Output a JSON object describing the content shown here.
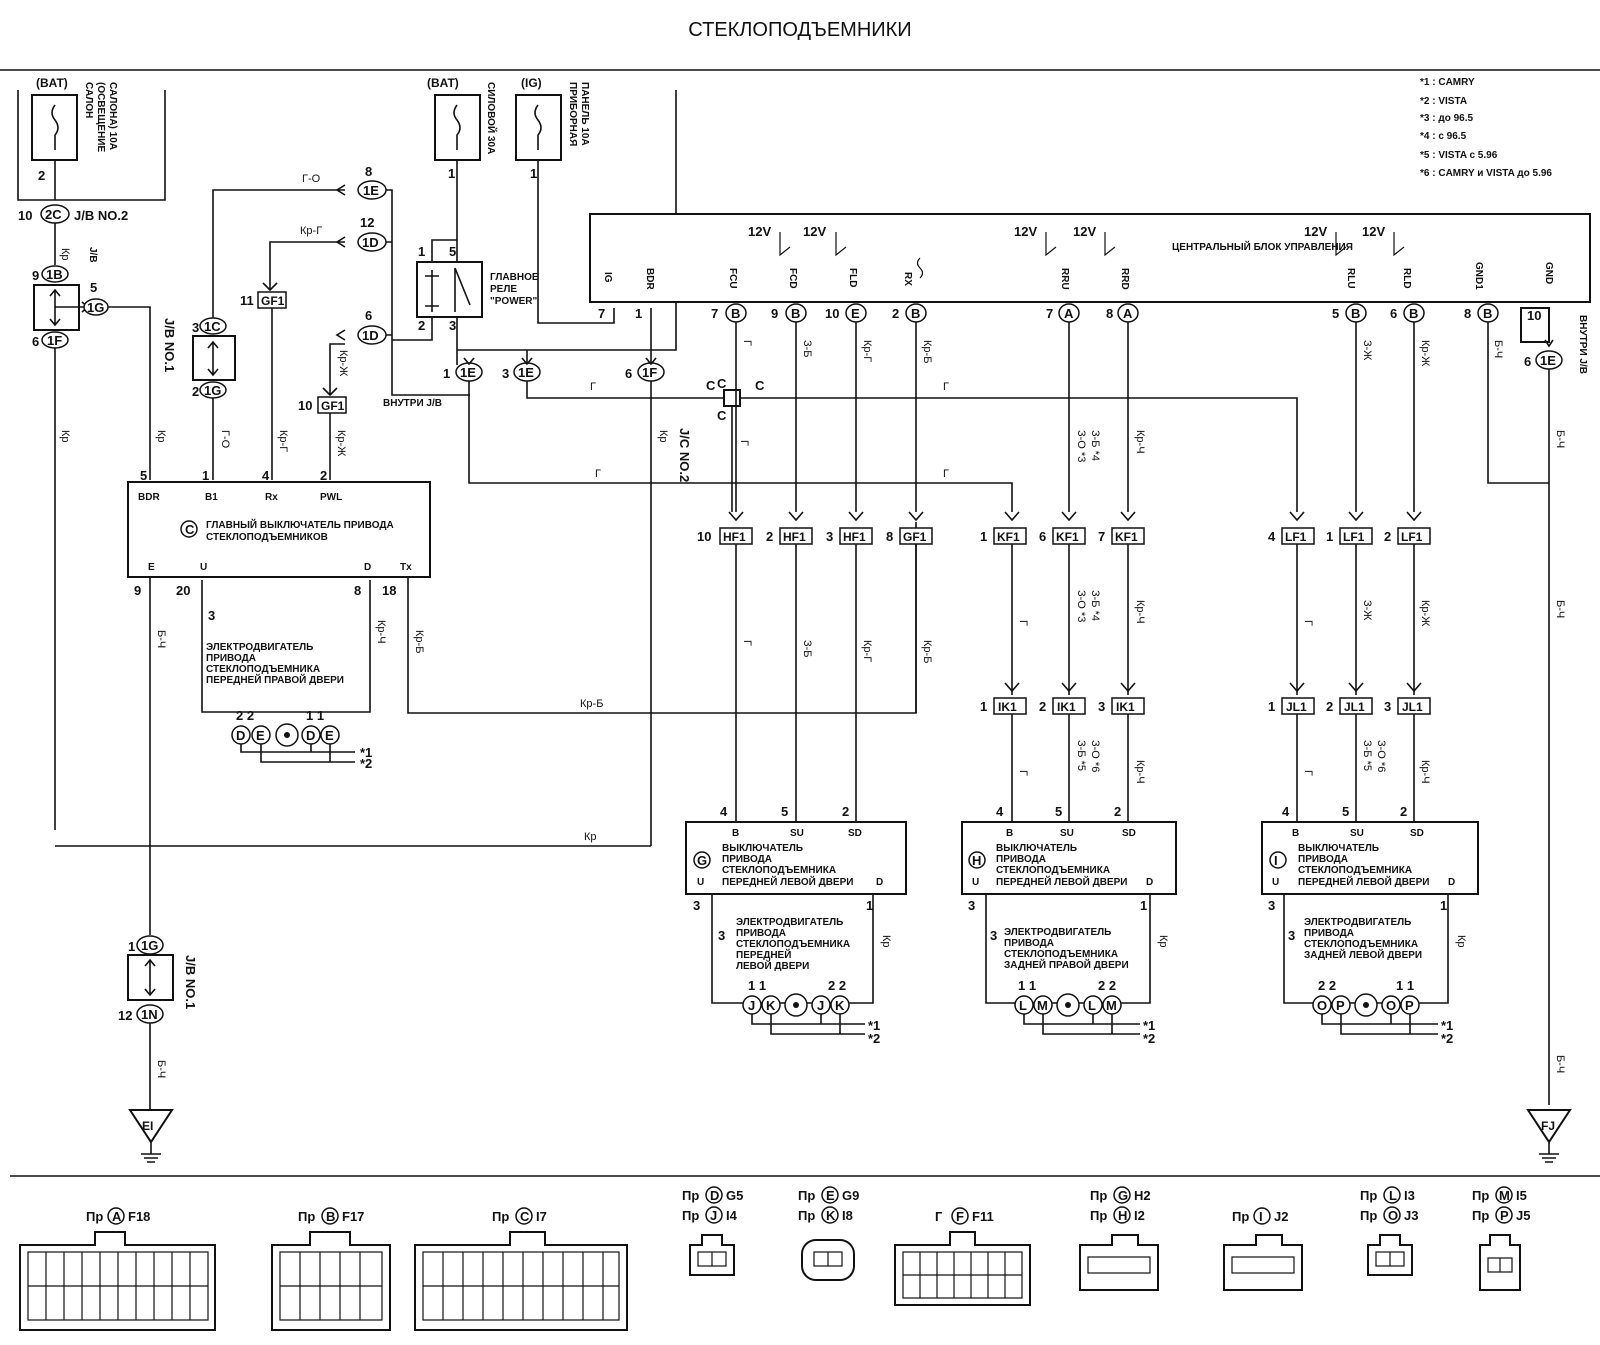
{
  "title": "СТЕКЛОПОДЪЕМНИКИ",
  "legend": [
    {
      "mark": "*1",
      "text": ": CAMRY"
    },
    {
      "mark": "*2",
      "text": ": VISTA"
    },
    {
      "mark": "*3",
      "text": ": до 96.5"
    },
    {
      "mark": "*4",
      "text": ": с 96.5"
    },
    {
      "mark": "*5",
      "text": ": VISTA с 5.96"
    },
    {
      "mark": "*6",
      "text": ": CAMRY и VISTA до 5.96"
    }
  ],
  "fuses": {
    "salon": {
      "source": "(BAT)",
      "label1": "САЛОН",
      "label2": "(ОСВЕЩЕНИЕ",
      "label3": "САЛОНА) 10А"
    },
    "power": {
      "source": "(BAT)",
      "label1": "СИЛОВОЙ 30А"
    },
    "panel": {
      "source": "(IG)",
      "label1": "ПРИБОРНАЯ",
      "label2": "ПАНЕЛЬ 10А"
    }
  },
  "junctions": {
    "jb2": "J/B NO.2",
    "jb1": "J/B NO.1",
    "jb_no": "J/B",
    "inside_jb": "ВНУТРИ J/B",
    "inside_jb2": "ВНУТРИ J/B",
    "jc2": "J/C NO.2",
    "jb1_lower": "J/B NO.1"
  },
  "relay": {
    "name": "ГЛАВНОЕ РЕЛЕ \"POWER\""
  },
  "central_unit": {
    "name": "ЦЕНТРАЛЬНЫЙ БЛОК УПРАВЛЕНИЯ",
    "terminals": [
      "IG",
      "BDR",
      "FCU",
      "FCD",
      "FLD",
      "RX",
      "RRU",
      "RRD",
      "RLU",
      "RLD",
      "GND1",
      "GND"
    ],
    "v12": "12V"
  },
  "main_switch": {
    "name": "ГЛАВНЫЙ ВЫКЛЮЧАТЕЛЬ ПРИВОДА СТЕКЛОПОДЪЕМНИКОВ",
    "letter": "C",
    "pins_top": [
      "BDR",
      "B1",
      "Rx",
      "PWL"
    ],
    "pins_bottom": [
      "E",
      "U",
      "D",
      "Tx"
    ]
  },
  "motors": {
    "front_right": "ЭЛЕКТРОДВИГАТЕЛЬ ПРИВОДА СТЕКЛОПОДЪЕМНИКА ПЕРЕДНЕЙ ПРАВОЙ ДВЕРИ",
    "front_left": "ЭЛЕКТРОДВИГАТЕЛЬ ПРИВОДА СТЕКЛОПОДЪЕМНИКА ПЕРЕДНЕЙ ЛЕВОЙ ДВЕРИ",
    "rear_right": "ЭЛЕКТРОДВИГАТЕЛЬ ПРИВОДА СТЕКЛОПОДЪЕМНИКА ЗАДНЕЙ ПРАВОЙ ДВЕРИ",
    "rear_left": "ЭЛЕКТРОДВИГАТЕЛЬ ПРИВОДА СТЕКЛОПОДЪЕМНИКА ЗАДНЕЙ ЛЕВОЙ ДВЕРИ"
  },
  "door_switches": [
    {
      "letter": "G",
      "name": "ВЫКЛЮЧАТЕЛЬ ПРИВОДА СТЕКЛОПОДЪЕМНИКА ПЕРЕДНЕЙ ЛЕВОЙ ДВЕРИ",
      "pins": [
        "B",
        "SU",
        "SD"
      ],
      "u": "U",
      "d": "D"
    },
    {
      "letter": "H",
      "name": "ВЫКЛЮЧАТЕЛЬ ПРИВОДА СТЕКЛОПОДЪЕМНИКА ПЕРЕДНЕЙ ЛЕВОЙ ДВЕРИ",
      "pins": [
        "B",
        "SU",
        "SD"
      ],
      "u": "U",
      "d": "D"
    },
    {
      "letter": "I",
      "name": "ВЫКЛЮЧАТЕЛЬ ПРИВОДА СТЕКЛОПОДЪЕМНИКА ПЕРЕДНЕЙ ЛЕВОЙ ДВЕРИ",
      "pins": [
        "B",
        "SU",
        "SD"
      ],
      "u": "U",
      "d": "D"
    }
  ],
  "wire_colors": {
    "kr": "Кр",
    "g": "Г",
    "go": "Г-О",
    "krg": "Кр-Г",
    "krzh": "Кр-Ж",
    "krb": "Кр-Б",
    "krch": "Кр-Ч",
    "zb": "З-Б",
    "bch": "Б-Ч",
    "zo": "З-О",
    "zzh": "З-Ж",
    "zo3": "З-О *3",
    "zb4": "З-Б *4",
    "zb5": "З-Б *5",
    "zo6": "З-О *6"
  },
  "connectors_ref": {
    "hf1": "HF1",
    "gf1": "GF1",
    "kf1": "KF1",
    "lf1": "LF1",
    "ik1": "IK1",
    "jl1": "JL1"
  },
  "grounds": {
    "ei": "EI",
    "fj": "FJ"
  },
  "connector_list": [
    {
      "label": "Пр",
      "letter": "A",
      "code": "F18"
    },
    {
      "label": "Пр",
      "letter": "B",
      "code": "F17"
    },
    {
      "label": "Пр",
      "letter": "C",
      "code": "I7"
    },
    {
      "label": "Пр",
      "letters": [
        "D",
        "J"
      ],
      "codes": [
        "G5",
        "I4"
      ]
    },
    {
      "label": "Пр",
      "letters": [
        "E",
        "K"
      ],
      "codes": [
        "G9",
        "I8"
      ]
    },
    {
      "label": "Г",
      "letter": "F",
      "code": "F11"
    },
    {
      "label": "Пр",
      "letters": [
        "G",
        "H"
      ],
      "codes": [
        "H2",
        "I2"
      ]
    },
    {
      "label": "Пр",
      "letter": "I",
      "code": "J2"
    },
    {
      "label": "Пр",
      "letters": [
        "L",
        "O"
      ],
      "codes": [
        "I3",
        "J3"
      ]
    },
    {
      "label": "Пр",
      "letters": [
        "M",
        "P"
      ],
      "codes": [
        "I5",
        "J5"
      ]
    }
  ]
}
